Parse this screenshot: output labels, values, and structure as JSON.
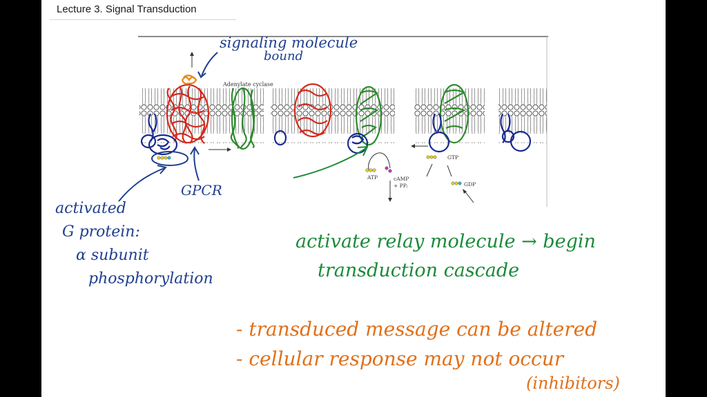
{
  "slide": {
    "title": "Lecture 3. Signal Transduction"
  },
  "figure": {
    "enzyme_label": "Adenylate cyclase",
    "atp_label": "ATP",
    "camp_label": "cAMP",
    "ppi_label": "+ PPᵢ",
    "gtp_label": "GTP",
    "gdp_label": "GDP"
  },
  "annotations": {
    "signaling_line1": "signaling molecule",
    "signaling_line2": "bound",
    "gpcr": "GPCR",
    "activated_line1": "activated",
    "activated_line2": "G protein:",
    "activated_line3": "α subunit",
    "activated_line4": "phosphorylation",
    "relay_line1": "activate relay molecule → begin",
    "relay_line2": "transduction cascade",
    "bullet1": "- transduced message can be altered",
    "bullet2": "- cellular response may not occur",
    "bullet2_cont": "(inhibitors)"
  },
  "colors": {
    "gpcr": "#d42a1e",
    "adenylate_cyclase": "#2e8b2e",
    "g_protein": "#1a2a8f",
    "signal_molecule": "#e88a10",
    "blue_ink": "#1f3f8f",
    "green_ink": "#1c8a3a",
    "orange_ink": "#e0701a"
  }
}
